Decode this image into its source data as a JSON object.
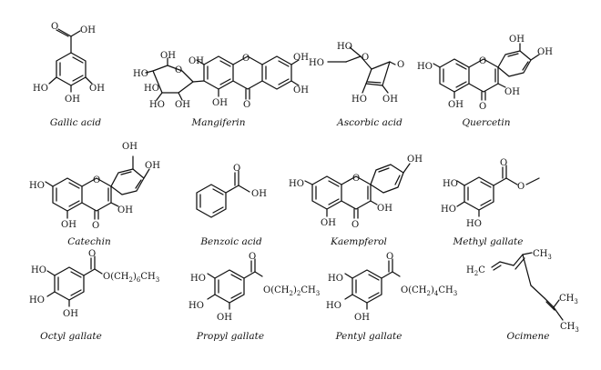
{
  "figure": {
    "compounds": [
      {
        "name": "Gallic acid"
      },
      {
        "name": "Mangiferin"
      },
      {
        "name": "Ascorbic acid"
      },
      {
        "name": "Quercetin"
      },
      {
        "name": "Catechin"
      },
      {
        "name": "Benzoic acid"
      },
      {
        "name": "Kaempferol"
      },
      {
        "name": "Methyl gallate"
      },
      {
        "name": "Octyl gallate"
      },
      {
        "name": "Propyl gallate"
      },
      {
        "name": "Pentyl gallate"
      },
      {
        "name": "Ocimene"
      }
    ],
    "labels": {
      "oh": "OH",
      "ho": "HO",
      "o": "O",
      "cooh_h": "HO",
      "octyl_ester": "O(CH",
      "octyl_n": "6",
      "propyl_n": "2",
      "pentyl_n": "4",
      "ch2": "CH",
      "ch3": "CH",
      "h2c": "H",
      "c_after_h2": "C",
      "sub2": "2",
      "sub3": "3",
      "paren_close": ")"
    }
  }
}
